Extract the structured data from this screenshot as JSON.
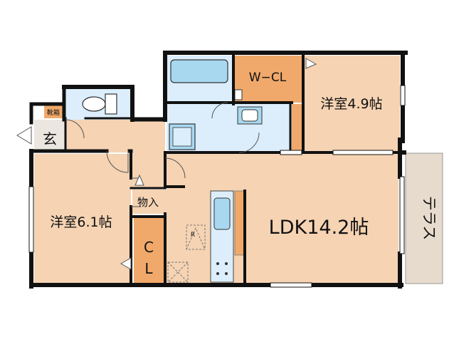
{
  "rooms": {
    "western_room_1": {
      "label": "洋室4.9帖"
    },
    "western_room_2": {
      "label": "洋室6.1帖"
    },
    "ldk": {
      "label": "LDK14.2帖"
    },
    "walk_in_closet": {
      "label": "W−CL"
    },
    "closet_c": {
      "label": "C"
    },
    "closet_l": {
      "label": "L"
    },
    "storage": {
      "label": "物入"
    },
    "entrance": {
      "label": "玄"
    },
    "shoe_box": {
      "label": "靴箱"
    },
    "terrace": {
      "label": "テラス"
    }
  },
  "fixtures": {
    "fridge_space": {
      "label": "R"
    }
  },
  "colors": {
    "room_fill": "#f5d3b3",
    "closet_fill": "#f0a96a",
    "wet_area_fill": "#dceefc",
    "fixture_fill": "#a8d8f0",
    "terrace_fill": "#e6dbcd",
    "wall": "#111111"
  }
}
